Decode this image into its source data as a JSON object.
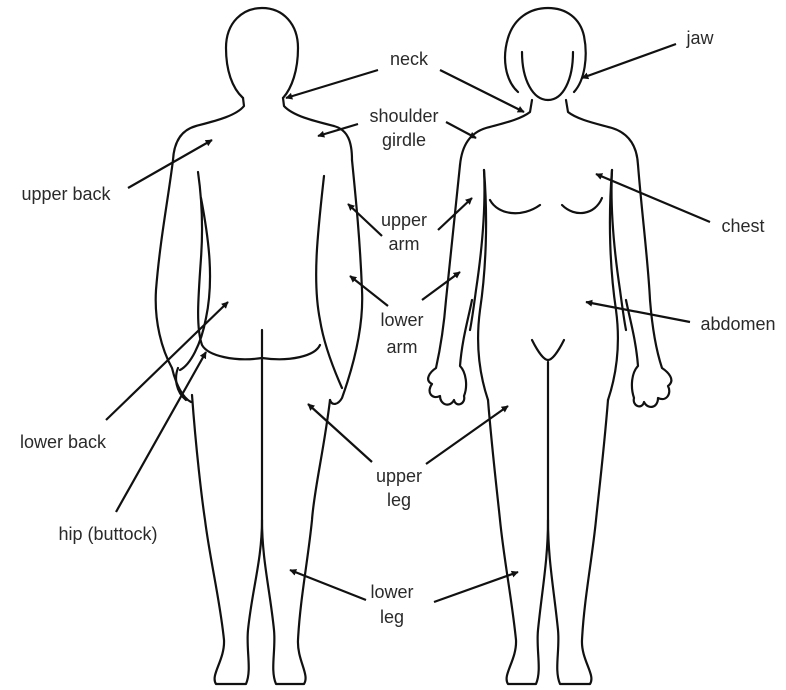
{
  "labels": {
    "neck": "neck",
    "jaw": "jaw",
    "shoulder_1": "shoulder",
    "shoulder_2": "girdle",
    "upper_back": "upper back",
    "chest": "chest",
    "upper_arm_1": "upper",
    "upper_arm_2": "arm",
    "lower_arm_1": "lower",
    "lower_arm_2": "arm",
    "abdomen": "abdomen",
    "lower_back": "lower back",
    "hip": "hip (buttock)",
    "upper_leg_1": "upper",
    "upper_leg_2": "leg",
    "lower_leg_1": "lower",
    "lower_leg_2": "leg"
  },
  "colors": {
    "line": "#111111",
    "text": "#2a2a2a",
    "background": "#ffffff"
  }
}
